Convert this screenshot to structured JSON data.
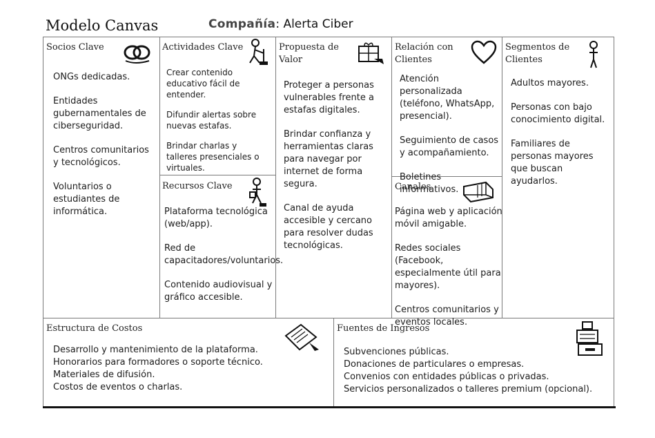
{
  "header": {
    "title": "Modelo Canvas",
    "company_label": "Compañía",
    "company_sep": ":",
    "company_name": "Alerta Ciber"
  },
  "blocks": {
    "socios": {
      "title": "Socios Clave",
      "icon": "linked-rings-icon",
      "items": [
        "ONGs dedicadas.",
        "Entidades gubernamentales de ciberseguridad.",
        "Centros comunitarios y tecnológicos.",
        "Voluntarios o estudiantes de informática."
      ]
    },
    "actividades": {
      "title": "Actividades Clave",
      "icon": "worker-icon",
      "items": [
        "Crear contenido educativo fácil de entender.",
        "Difundir alertas sobre nuevas estafas.",
        "Brindar charlas y talleres presenciales o virtuales."
      ]
    },
    "recursos": {
      "title": "Recursos Clave",
      "icon": "worker-icon",
      "items": [
        "Plataforma tecnológica (web/app).",
        "Red de capacitadores/voluntarios.",
        "Contenido audiovisual y gráfico accesible."
      ]
    },
    "propuesta": {
      "title_line1": "Propuesta de",
      "title_line2": "Valor",
      "icon": "gift-icon",
      "items": [
        "Proteger a personas vulnerables frente a estafas digitales.",
        "Brindar confianza y herramientas claras para navegar por internet de forma segura.",
        "Canal de ayuda accesible y cercano para resolver dudas tecnológicas."
      ]
    },
    "relacion": {
      "title_line1": "Relación con",
      "title_line2": "Clientes",
      "icon": "heart-icon",
      "items": [
        "Atención personalizada (teléfono, WhatsApp, presencial).",
        "Seguimiento de casos y acompañamiento.",
        "Boletines informativos."
      ]
    },
    "canales": {
      "title": "Canales",
      "icon": "truck-icon",
      "items": [
        "Página web y aplicación móvil amigable.",
        "Redes sociales (Facebook, especialmente útil para mayores).",
        "Centros comunitarios y eventos locales."
      ]
    },
    "segmentos": {
      "title_line1": "Segmentos de",
      "title_line2": "Clientes",
      "icon": "person-icon",
      "items": [
        "Adultos mayores.",
        "Personas con bajo conocimiento digital.",
        "Familiares de personas mayores que buscan ayudarlos."
      ]
    },
    "costos": {
      "title": "Estructura de Costos",
      "icon": "price-tag-icon",
      "items": [
        "Desarrollo y mantenimiento de la plataforma.",
        "Honorarios para formadores o soporte técnico.",
        "Materiales de difusión.",
        "Costos de eventos o charlas."
      ]
    },
    "ingresos": {
      "title": "Fuentes de Ingresos",
      "icon": "cash-register-icon",
      "items": [
        "Subvenciones públicas.",
        "Donaciones de particulares o empresas.",
        "Convenios con entidades públicas o privadas.",
        "Servicios personalizados o talleres premium (opcional)."
      ]
    }
  }
}
